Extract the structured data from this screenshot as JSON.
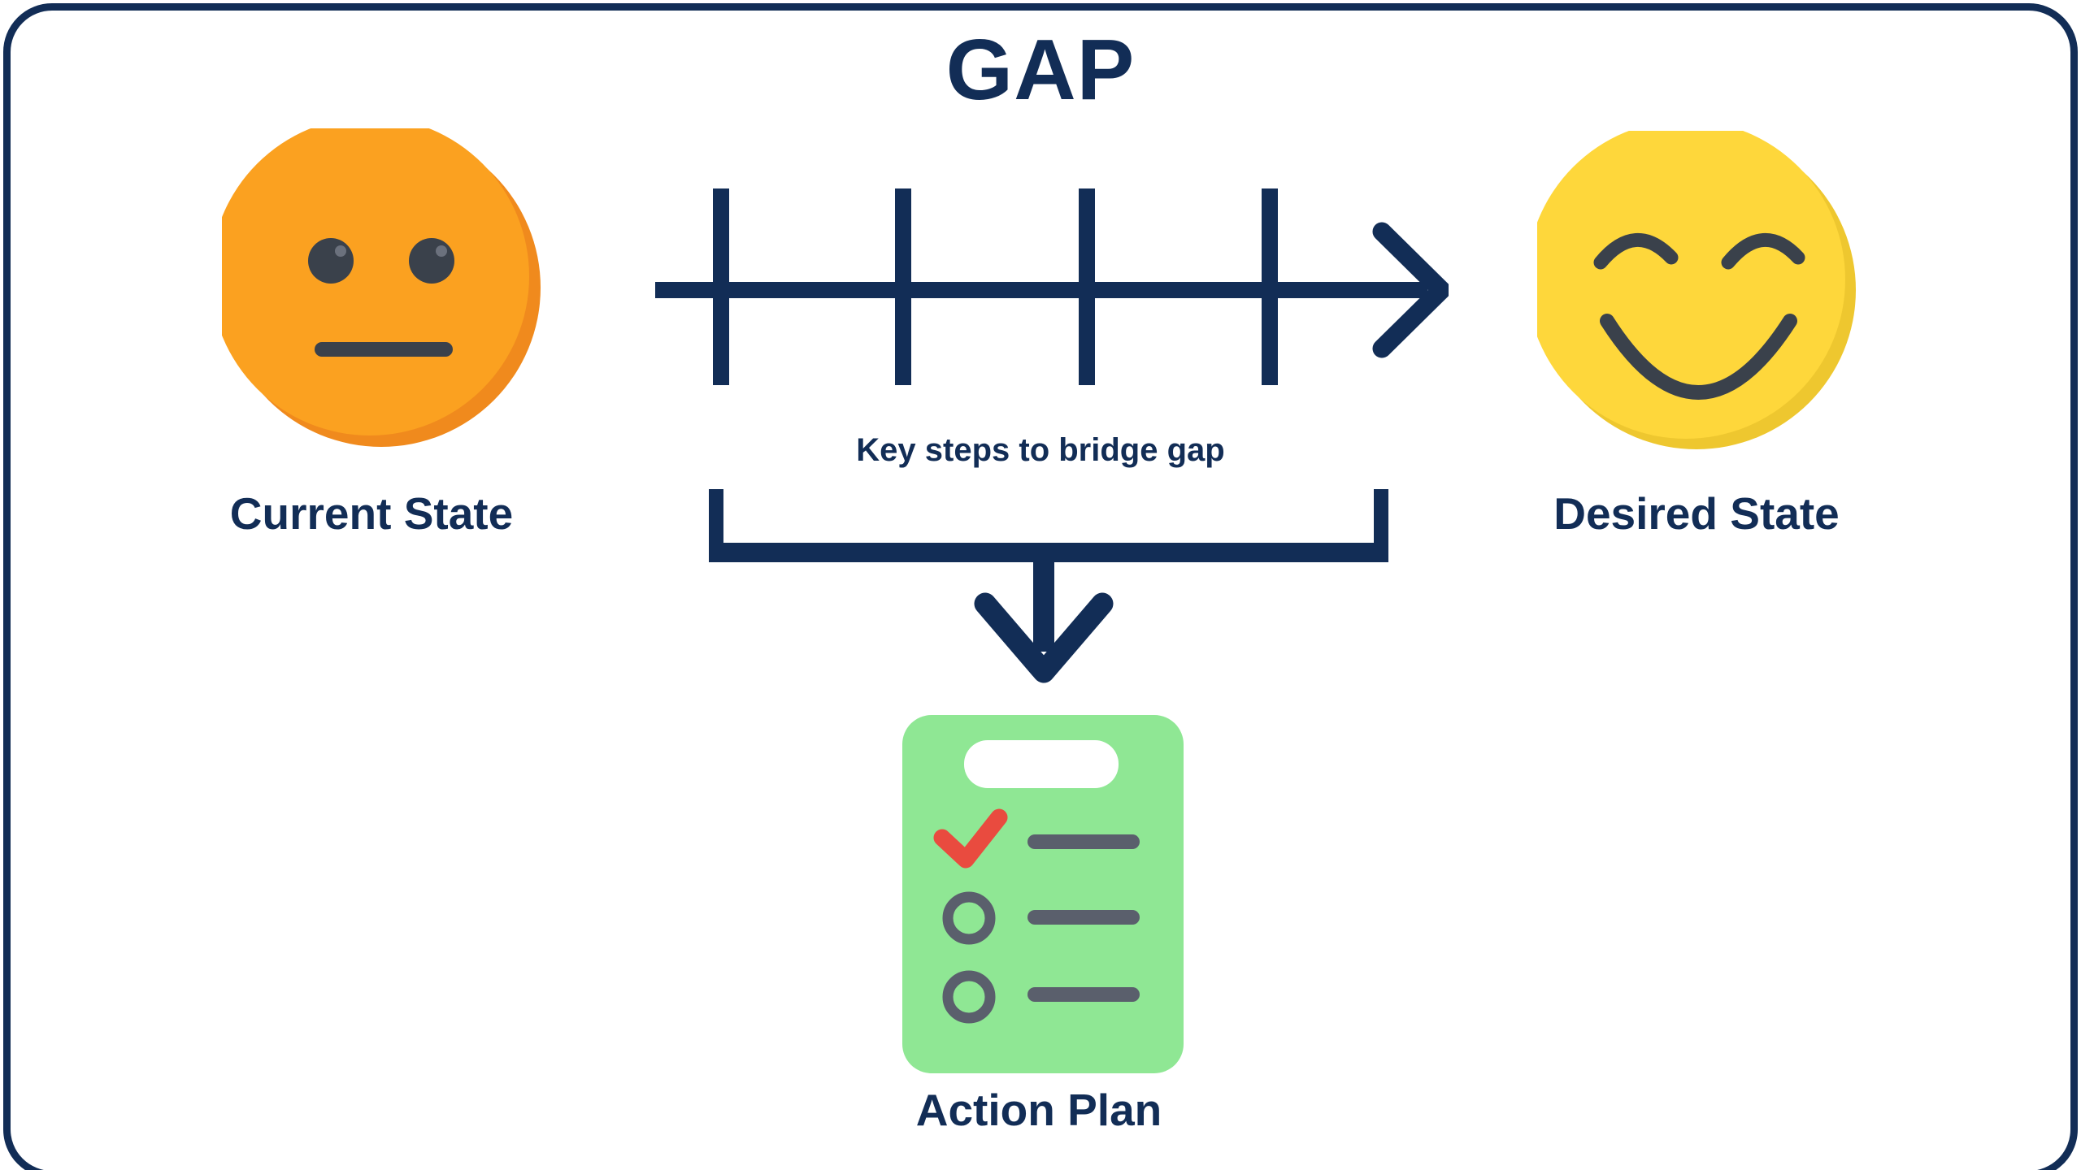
{
  "title": "GAP",
  "nodes": {
    "current": {
      "label": "Current State",
      "icon": "neutral-face-icon"
    },
    "desired": {
      "label": "Desired State",
      "icon": "smiling-face-icon"
    },
    "action": {
      "label": "Action Plan",
      "icon": "checklist-clipboard-icon",
      "checklist_rows": 3
    }
  },
  "timeline": {
    "caption": "Key steps to bridge gap",
    "tick_count": 4,
    "direction": "right"
  },
  "colors": {
    "navy": "#122d56",
    "orange": "#fba120",
    "orangeDark": "#f08a1d",
    "yellow": "#fed73b",
    "yellowDark": "#eec72f",
    "feature": "#3a414b",
    "featureHighlight": "#6b717d",
    "green": "#8fe794",
    "slate": "#5a5f6c",
    "red": "#e94b3f",
    "background": "#ffffff"
  }
}
